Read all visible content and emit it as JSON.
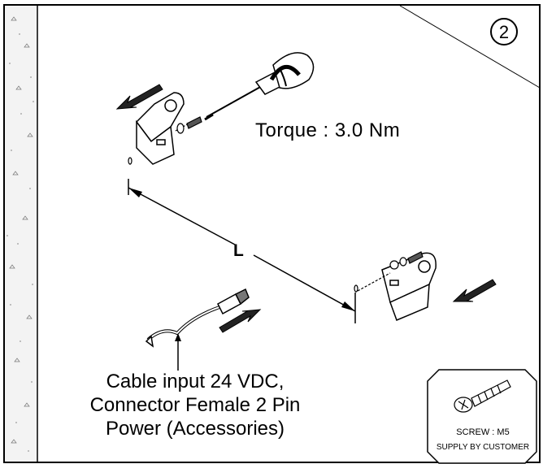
{
  "step_number": "2",
  "torque_label": "Torque : 3.0 Nm",
  "dimension_label": "L",
  "cable_note": {
    "line1": "Cable input 24 VDC,",
    "line2": "Connector Female 2 Pin",
    "line3": "Power (Accessories)"
  },
  "screw_box": {
    "name": "SCREW : M5",
    "note": "SUPPLY BY CUSTOMER"
  }
}
